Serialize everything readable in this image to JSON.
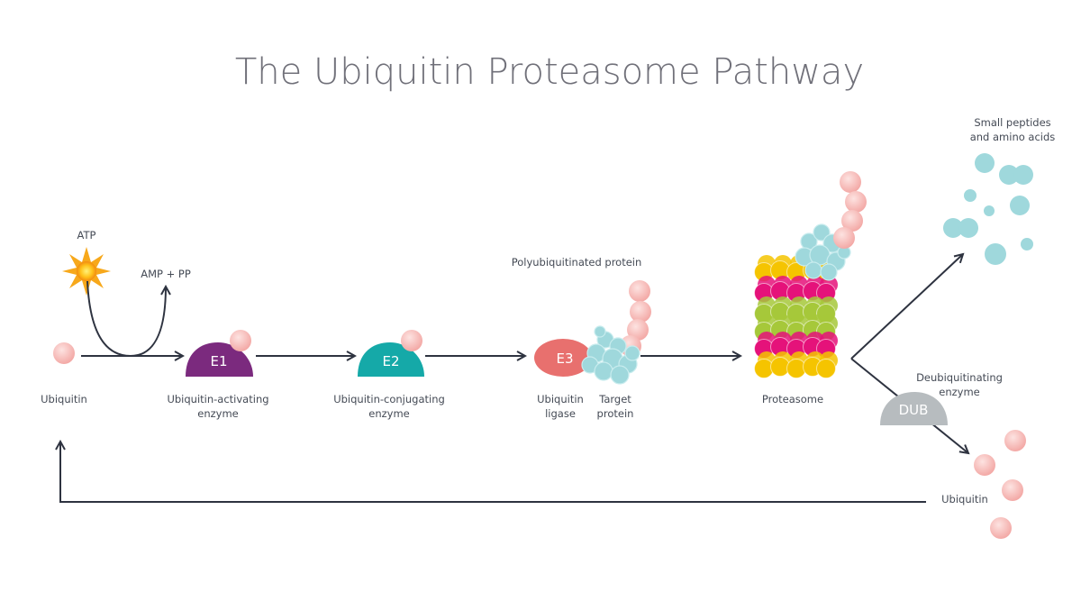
{
  "title": "The Ubiquitin Proteasome Pathway",
  "labels": {
    "atp": "ATP",
    "amp_pp": "AMP + PP",
    "ubiquitin": "Ubiquitin",
    "e1_line1": "Ubiquitin-activating",
    "e1_line2": "enzyme",
    "e2_line1": "Ubiquitin-conjugating",
    "e2_line2": "enzyme",
    "e3_line1": "Ubiquitin",
    "e3_line2": "ligase",
    "target_line1": "Target",
    "target_line2": "protein",
    "polyubiquitinated": "Polyubiquitinated protein",
    "proteasome": "Proteasome",
    "peptides_line1": "Small peptides",
    "peptides_line2": "and amino acids",
    "dub_line1": "Deubiquitinating",
    "dub_line2": "enzyme",
    "ubiquitin_recycled": "Ubiquitin"
  },
  "enzymes": {
    "e1": "E1",
    "e2": "E2",
    "e3": "E3",
    "dub": "DUB"
  },
  "colors": {
    "ubiquitin": "#f6b7b4",
    "e1": "#7b2a7e",
    "e2": "#15a9a8",
    "e3": "#e8706e",
    "dub": "#b7bcbf",
    "protein": "#9fd8dc",
    "proteasome_yellow": "#f5c400",
    "proteasome_magenta": "#e5127a",
    "proteasome_green": "#a6c83a",
    "arrow": "#2e3340",
    "sun": "#f7a81b"
  }
}
